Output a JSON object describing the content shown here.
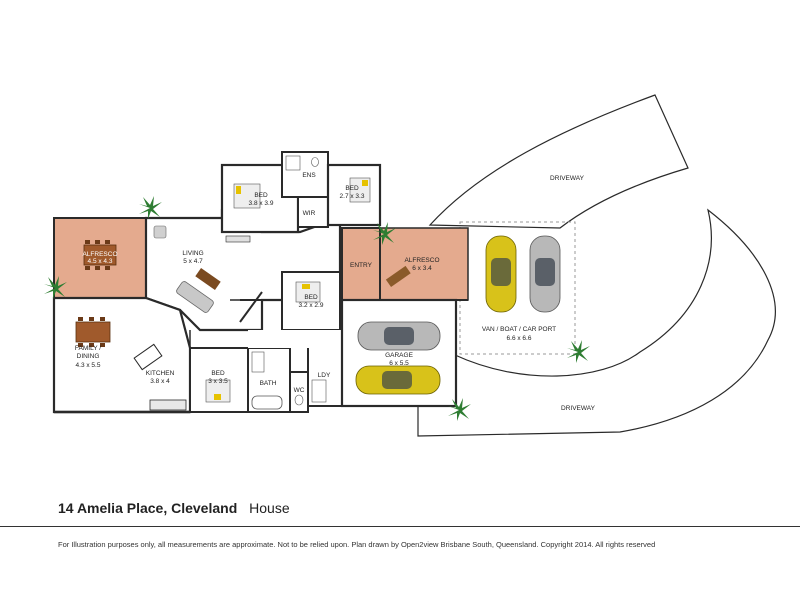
{
  "title": {
    "address": "14 Amelia Place, Cleveland",
    "property_type": "House"
  },
  "disclaimer": "For Illustration purposes only, all measurements are approximate. Not to be relied upon. Plan drawn by Open2view Brisbane South, Queensland. Copyright 2014. All rights reserved",
  "colors": {
    "wall": "#2a2a2a",
    "floor": "#ffffff",
    "outdoor_tiles": "#e4aa8e",
    "driveway": "#ffffff",
    "carport_dash": "#9a9a9a",
    "car_yellow": "#d8c21a",
    "car_silver": "#b8b8b8",
    "palm": "#2e7d32"
  },
  "rooms": {
    "alfresco_west": {
      "name": "ALFRESCO",
      "size": "4.5 x 4.3"
    },
    "living": {
      "name": "LIVING",
      "size": "5 x 4.7"
    },
    "family_dining": {
      "name": "FAMILY / DINING",
      "size": "4.3 x 5.5"
    },
    "kitchen": {
      "name": "KITCHEN",
      "size": "3.8 x 4"
    },
    "bed_master": {
      "name": "BED",
      "size": "3.8 x 3.9"
    },
    "ens": {
      "name": "ENS"
    },
    "wir": {
      "name": "WIR"
    },
    "bed_2": {
      "name": "BED",
      "size": "2.7 x 3.3"
    },
    "bed_3": {
      "name": "BED",
      "size": "3.2 x 2.9"
    },
    "bed_4": {
      "name": "BED",
      "size": "3 x 3.5"
    },
    "bath": {
      "name": "BATH"
    },
    "wc": {
      "name": "WC"
    },
    "ldy": {
      "name": "LDY"
    },
    "entry": {
      "name": "ENTRY"
    },
    "alfresco_east": {
      "name": "ALFRESCO",
      "size": "6 x 3.4"
    },
    "garage": {
      "name": "GARAGE",
      "size": "6 x 5.5"
    },
    "carport": {
      "name": "VAN / BOAT / CAR PORT",
      "size": "6.6 x 6.6"
    },
    "driveway_top": {
      "name": "DRIVEWAY"
    },
    "driveway_bottom": {
      "name": "DRIVEWAY"
    }
  },
  "icons": {
    "palm": "palm-tree-icon",
    "car": "car-icon",
    "bed": "bed-icon",
    "sofa": "sofa-icon",
    "table": "dining-table-icon"
  }
}
